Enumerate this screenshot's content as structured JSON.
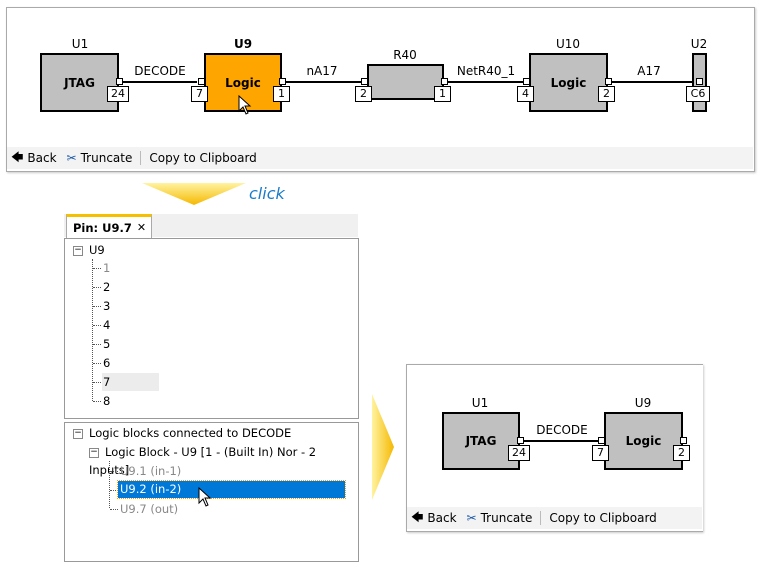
{
  "top_diagram": {
    "components": [
      {
        "ref": "U1",
        "label": "JTAG"
      },
      {
        "ref": "U9",
        "label": "Logic"
      },
      {
        "ref": "R40",
        "label": ""
      },
      {
        "ref": "U10",
        "label": "Logic"
      },
      {
        "ref": "U2",
        "label": ""
      }
    ],
    "pins": [
      "24",
      "7",
      "1",
      "2",
      "1",
      "4",
      "2",
      "C6"
    ],
    "nets": [
      "DECODE",
      "nA17",
      "NetR40_1",
      "A17"
    ],
    "highlight_color": "#ffa500"
  },
  "toolbar": {
    "back": "Back",
    "truncate": "Truncate",
    "copy": "Copy to Clipboard"
  },
  "annotation": {
    "click": "click"
  },
  "tab": {
    "label": "Pin: U9.7",
    "close": "✕"
  },
  "pin_tree": {
    "root": "U9",
    "items": [
      "1",
      "2",
      "3",
      "4",
      "5",
      "6",
      "7",
      "8"
    ],
    "selected": "7"
  },
  "logic_tree": {
    "root": "Logic blocks connected to DECODE",
    "block": "Logic Block - U9 [1 - (Built In) Nor - 2 Inputs]",
    "items": [
      "U9.1 (in-1)",
      "U9.2 (in-2)",
      "U9.7 (out)"
    ],
    "selected": "U9.2 (in-2)"
  },
  "bottom_diagram": {
    "components": [
      {
        "ref": "U1",
        "label": "JTAG"
      },
      {
        "ref": "U9",
        "label": "Logic"
      }
    ],
    "pins": [
      "24",
      "7",
      "2"
    ],
    "nets": [
      "DECODE"
    ]
  }
}
